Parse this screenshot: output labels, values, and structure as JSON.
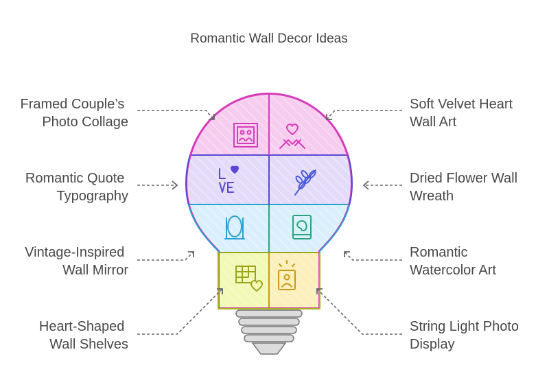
{
  "title": "Romantic Wall Decor Ideas",
  "items": [
    {
      "lines": [
        "Framed Couple’s",
        "Photo Collage"
      ],
      "icon": "photo-frame-icon",
      "color": "#d63cba"
    },
    {
      "lines": [
        "Soft Velvet Heart",
        "Wall Art"
      ],
      "icon": "heart-hands-icon",
      "color": "#d63cba"
    },
    {
      "lines": [
        "Romantic Quote",
        "Typography"
      ],
      "icon": "love-text-icon",
      "color": "#5a48d4"
    },
    {
      "lines": [
        "Dried Flower Wall",
        "Wreath"
      ],
      "icon": "wheat-branch-icon",
      "color": "#4b5bd6"
    },
    {
      "lines": [
        "Vintage-Inspired",
        "Wall Mirror"
      ],
      "icon": "mirror-icon",
      "color": "#2b9fd1"
    },
    {
      "lines": [
        "Romantic",
        "Watercolor Art"
      ],
      "icon": "paint-palette-book-icon",
      "color": "#2aa47a"
    },
    {
      "lines": [
        "Heart-Shaped",
        "Wall Shelves"
      ],
      "icon": "shelf-heart-icon",
      "color": "#9aa61a"
    },
    {
      "lines": [
        "String Light Photo",
        "Display"
      ],
      "icon": "string-light-photo-icon",
      "color": "#c99a10"
    }
  ]
}
